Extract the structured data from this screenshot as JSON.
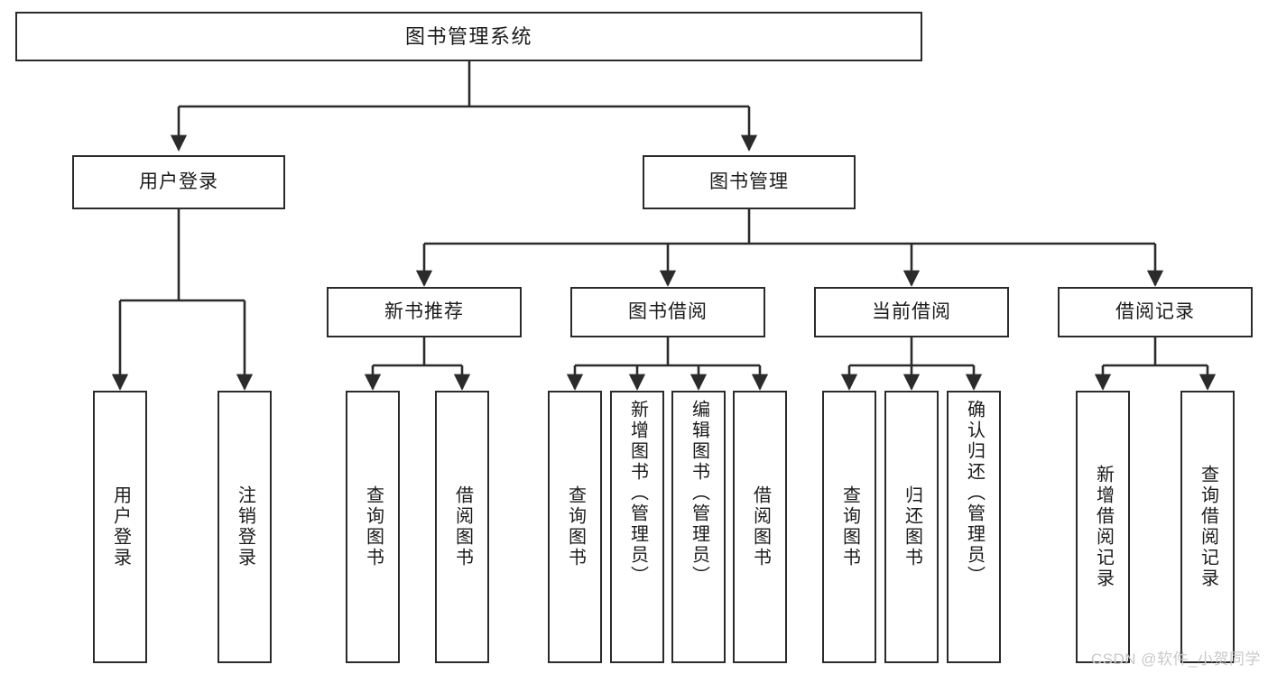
{
  "diagram": {
    "title": "图书管理系统",
    "type": "tree",
    "colors": {
      "box_border": "#2b2b2b",
      "box_fill": "#ffffff",
      "connector": "#2b2b2b",
      "text": "#1b1b1b",
      "watermark": "#c9c9c9",
      "background": "#ffffff"
    },
    "watermark": "CSDN @软件_小贺同学"
  },
  "nodes": {
    "root": {
      "label": "图书管理系统"
    },
    "level2": [
      {
        "label": "用户登录"
      },
      {
        "label": "图书管理"
      }
    ],
    "level3": [
      {
        "label": "新书推荐"
      },
      {
        "label": "图书借阅"
      },
      {
        "label": "当前借阅"
      },
      {
        "label": "借阅记录"
      }
    ],
    "leaves": {
      "user_login": [
        {
          "label": "用户登录"
        },
        {
          "label": "注销登录"
        }
      ],
      "new_book_recommend": [
        {
          "label": "查询图书"
        },
        {
          "label": "借阅图书"
        }
      ],
      "book_borrow": [
        {
          "label": "查询图书"
        },
        {
          "label": "新增图书（管理员）"
        },
        {
          "label": "编辑图书（管理员）"
        },
        {
          "label": "借阅图书"
        }
      ],
      "current_borrow": [
        {
          "label": "查询图书"
        },
        {
          "label": "归还图书"
        },
        {
          "label": "确认归还（管理员）"
        }
      ],
      "borrow_record": [
        {
          "label": "新增借阅记录"
        },
        {
          "label": "查询借阅记录"
        }
      ]
    }
  }
}
